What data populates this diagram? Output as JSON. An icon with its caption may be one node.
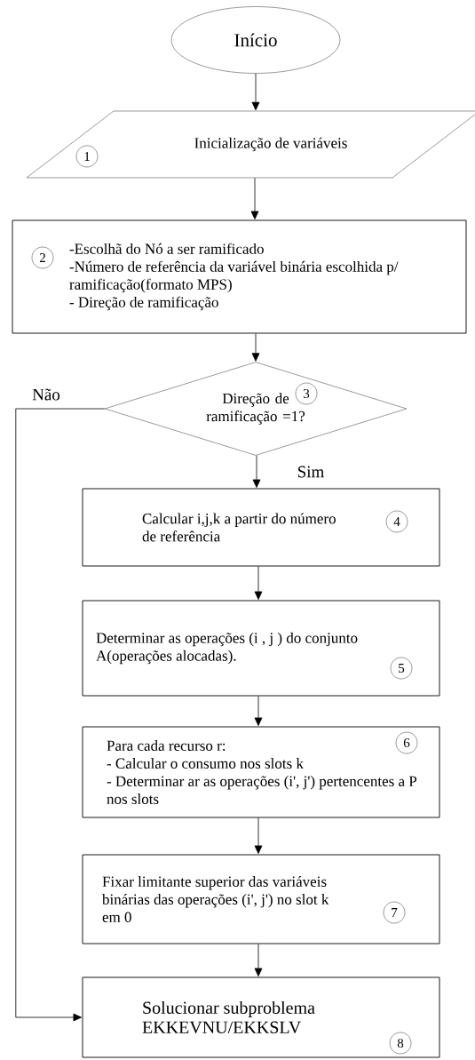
{
  "diagram": {
    "nodes": [
      {
        "text": [
          "Início"
        ]
      },
      {
        "text": [
          "Inicialização de variáveis"
        ]
      },
      {
        "text": [
          "1"
        ],
        "in": 1
      },
      {
        "text": [
          "-Escolhã do Nó a ser ramificado",
          "-Número de referência da variável binária escolhida p/ ramificação(formato MPS)",
          "- Direção de ramificação"
        ]
      },
      {
        "text": [
          "2"
        ],
        "in": 3
      },
      {
        "text": [
          "Direção de ramificação =1?"
        ]
      },
      {
        "text": [
          "3"
        ],
        "in": 5
      },
      {
        "text": [
          "Calcular i,j,k a partir do número de referência"
        ]
      },
      {
        "text": [
          "4"
        ],
        "in": 7
      },
      {
        "text": [
          "Determinar as operações (i , j ) do conjunto A(operações alocadas)."
        ]
      },
      {
        "text": [
          "5"
        ],
        "in": 9
      },
      {
        "text": [
          "Para cada recurso r:",
          "- Calcular o consumo nos slots k",
          "- Determinar ar as operações (i', j') pertencentes a P nos slots"
        ]
      },
      {
        "text": [
          "6"
        ],
        "in": 11
      },
      {
        "text": [
          "Fixar limitante superior das variáveis binárias das operações (i', j') no slot k em 0"
        ]
      },
      {
        "text": [
          "7"
        ],
        "in": 13
      },
      {
        "text": [
          "Solucionar subproblema EKKEVNU/EKKSLV"
        ]
      },
      {
        "text": [
          "8"
        ],
        "in": 15
      }
    ],
    "edges": [
      {
        "from": 0,
        "to": 1,
        "arrow": "to"
      },
      {
        "from": 1,
        "to": 3,
        "arrow": "to"
      },
      {
        "from": 3,
        "to": 5,
        "arrow": "to"
      },
      {
        "from": 5,
        "to": 7,
        "arrow": "to",
        "label": "Sim"
      },
      {
        "from": 7,
        "to": 9,
        "arrow": "to"
      },
      {
        "from": 9,
        "to": 11,
        "arrow": "to"
      },
      {
        "from": 11,
        "to": 13,
        "arrow": "to"
      },
      {
        "from": 13,
        "to": 15,
        "arrow": "to"
      },
      {
        "from": 5,
        "to": 15,
        "arrow": "to",
        "label": "Não"
      }
    ]
  }
}
